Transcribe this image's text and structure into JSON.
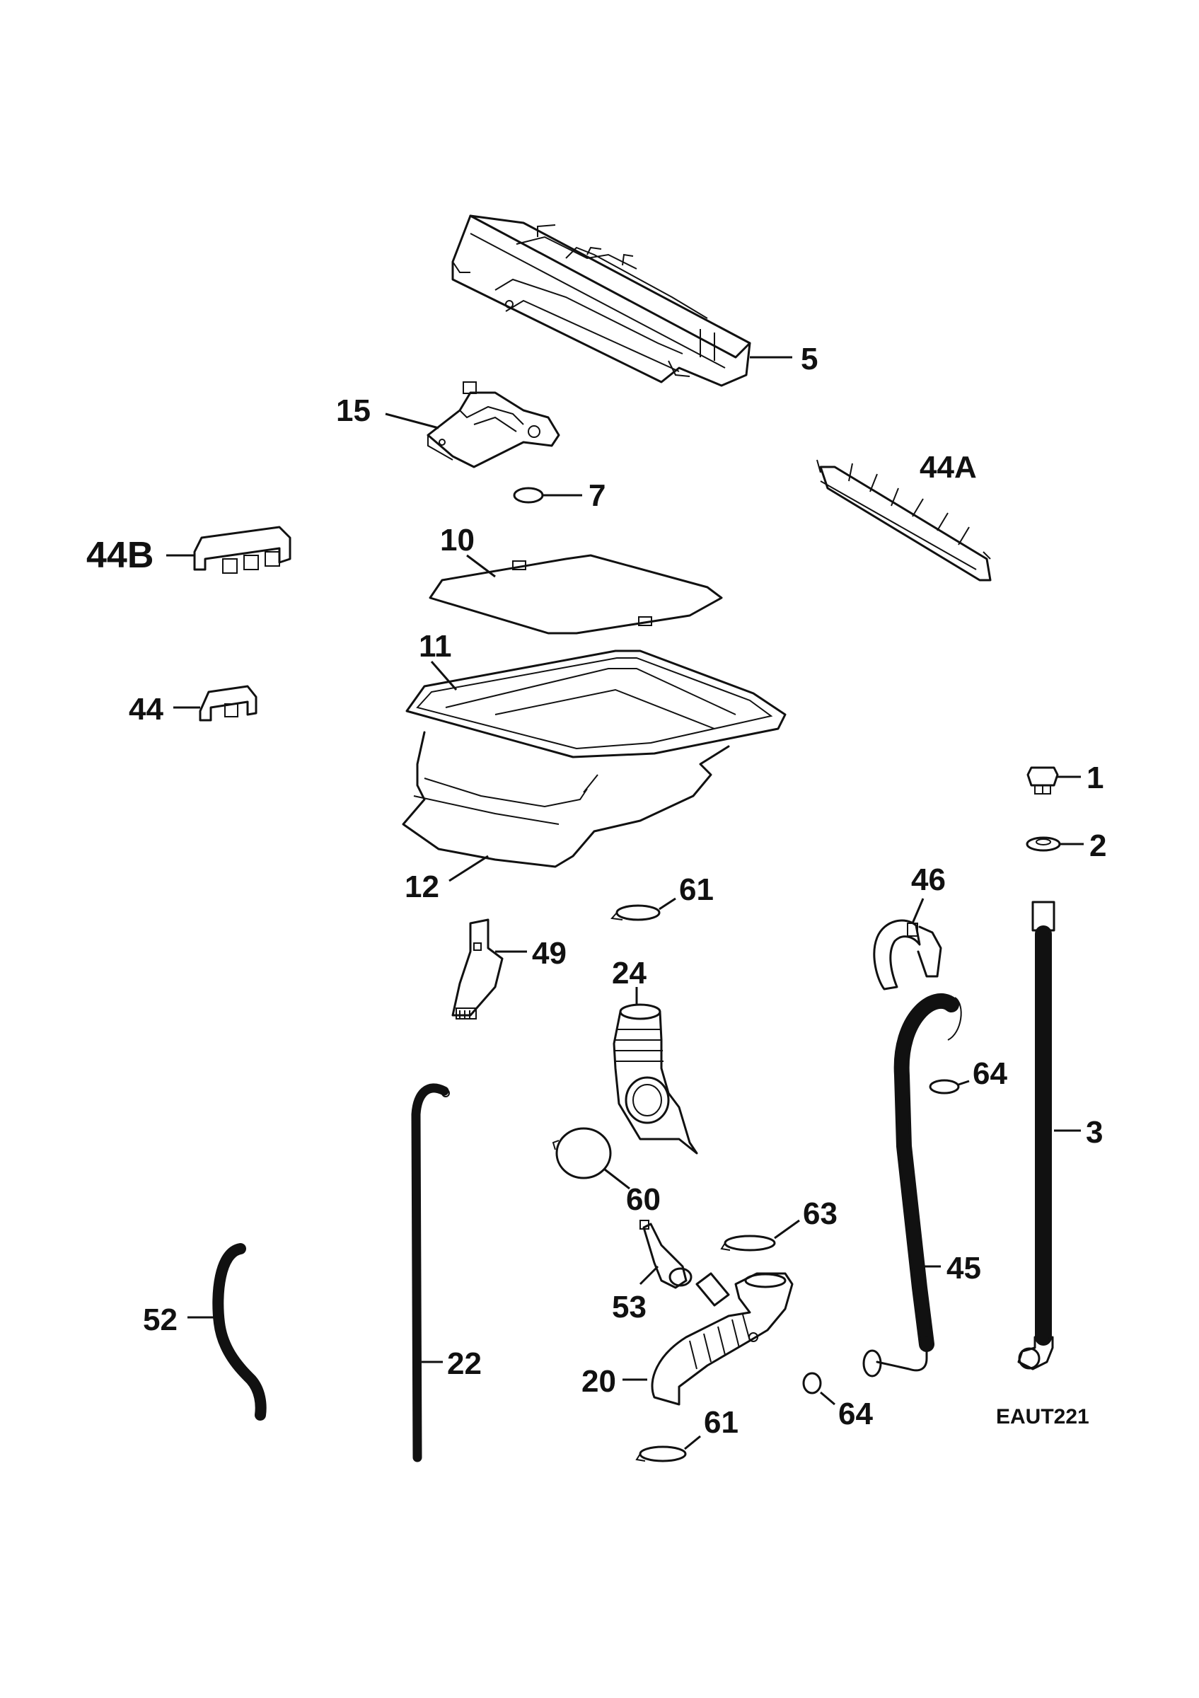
{
  "diagram": {
    "code": "EAUT221",
    "parts": [
      {
        "key": "p5",
        "label": "5"
      },
      {
        "key": "p15",
        "label": "15"
      },
      {
        "key": "p7",
        "label": "7"
      },
      {
        "key": "p44A",
        "label": "44A"
      },
      {
        "key": "p44B",
        "label": "44B"
      },
      {
        "key": "p10",
        "label": "10"
      },
      {
        "key": "p11",
        "label": "11"
      },
      {
        "key": "p44",
        "label": "44"
      },
      {
        "key": "p1",
        "label": "1"
      },
      {
        "key": "p2",
        "label": "2"
      },
      {
        "key": "p12",
        "label": "12"
      },
      {
        "key": "p61a",
        "label": "61"
      },
      {
        "key": "p46",
        "label": "46"
      },
      {
        "key": "p49",
        "label": "49"
      },
      {
        "key": "p24",
        "label": "24"
      },
      {
        "key": "p64a",
        "label": "64"
      },
      {
        "key": "p3",
        "label": "3"
      },
      {
        "key": "p60",
        "label": "60"
      },
      {
        "key": "p63",
        "label": "63"
      },
      {
        "key": "p45",
        "label": "45"
      },
      {
        "key": "p53",
        "label": "53"
      },
      {
        "key": "p52",
        "label": "52"
      },
      {
        "key": "p22",
        "label": "22"
      },
      {
        "key": "p20",
        "label": "20"
      },
      {
        "key": "p64b",
        "label": "64"
      },
      {
        "key": "p61b",
        "label": "61"
      }
    ]
  }
}
